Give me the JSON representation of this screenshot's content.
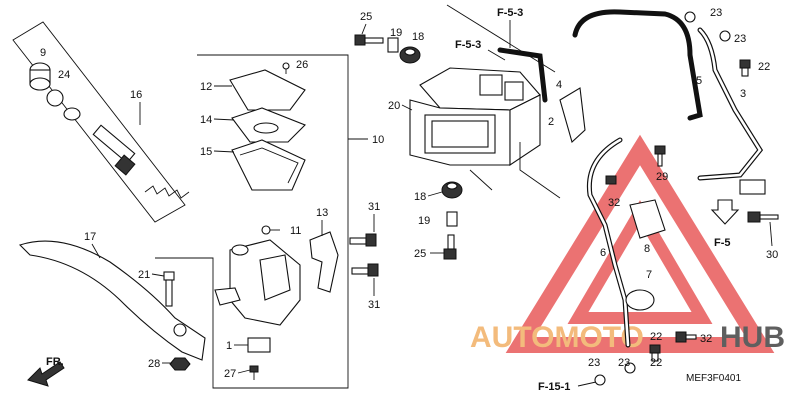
{
  "diagram_code": "MEF3F0401",
  "direction_label": "FR.",
  "watermark": {
    "text_a": "AUTOMOTO",
    "text_b": "HUB",
    "color_a": "#f2b066",
    "color_b": "#444444",
    "triangle_color": "#e85a5a"
  },
  "refs": {
    "f53_top": "F-5-3",
    "f53_mid": "F-5-3",
    "f5": "F-5",
    "f151": "F-15-1"
  },
  "callouts": {
    "c9": "9",
    "c24": "24",
    "c16": "16",
    "c17": "17",
    "c21": "21",
    "c28": "28",
    "c12": "12",
    "c14": "14",
    "c15": "15",
    "c26": "26",
    "c10": "10",
    "c11": "11",
    "c13": "13",
    "c31a": "31",
    "c31b": "31",
    "c1": "1",
    "c27": "27",
    "c25a": "25",
    "c19a": "19",
    "c18a": "18",
    "c20": "20",
    "c18b": "18",
    "c19b": "19",
    "c25b": "25",
    "c4": "4",
    "c2": "2",
    "c29": "29",
    "c32a": "32",
    "c6": "6",
    "c8": "8",
    "c7": "7",
    "c23a": "23",
    "c22a": "22",
    "c23b": "23",
    "c22b": "22",
    "c32b": "32",
    "c23c": "23",
    "c23d": "23",
    "c22c": "22",
    "c5": "5",
    "c3": "3",
    "c30": "30"
  }
}
